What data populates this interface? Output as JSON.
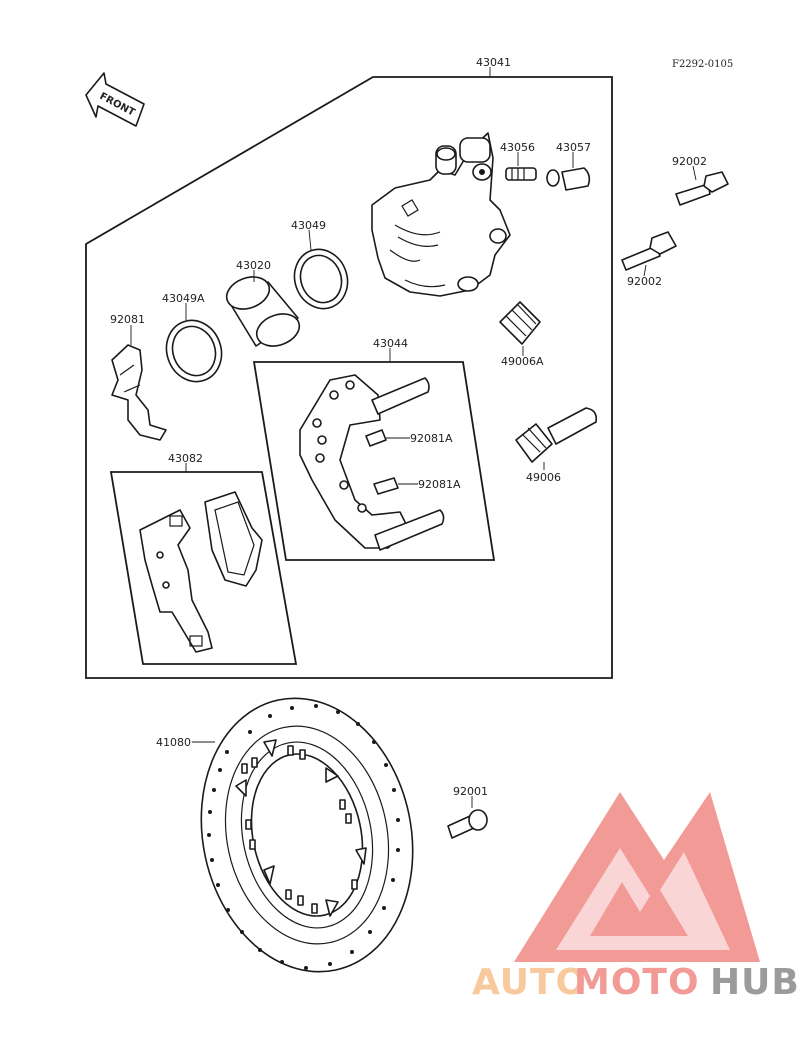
{
  "drawing_ref": "F2292-0105",
  "front_label": "FRONT",
  "parts": {
    "caliper_assy": "43041",
    "bleeder_valve": "43056",
    "bleeder_cap": "43057",
    "bolt_upper": "92002",
    "bolt_lower": "92002",
    "piston_seal": "43049",
    "piston": "43020",
    "dust_seal": "43049A",
    "spring": "92081",
    "holder_assy": "43044",
    "boot_small": "49006A",
    "pad_spring_upper": "92081A",
    "pad_spring_lower": "92081A",
    "sleeve_boot": "49006",
    "pad_assy": "43082",
    "disc": "41080",
    "disc_bolt": "92001"
  },
  "watermark": {
    "part1": "AUTO",
    "part2": "MOTO",
    "part3": "HUB",
    "color_light": "#f6c08c",
    "color_red": "#f08a84",
    "color_gray": "#8a8a8a"
  }
}
